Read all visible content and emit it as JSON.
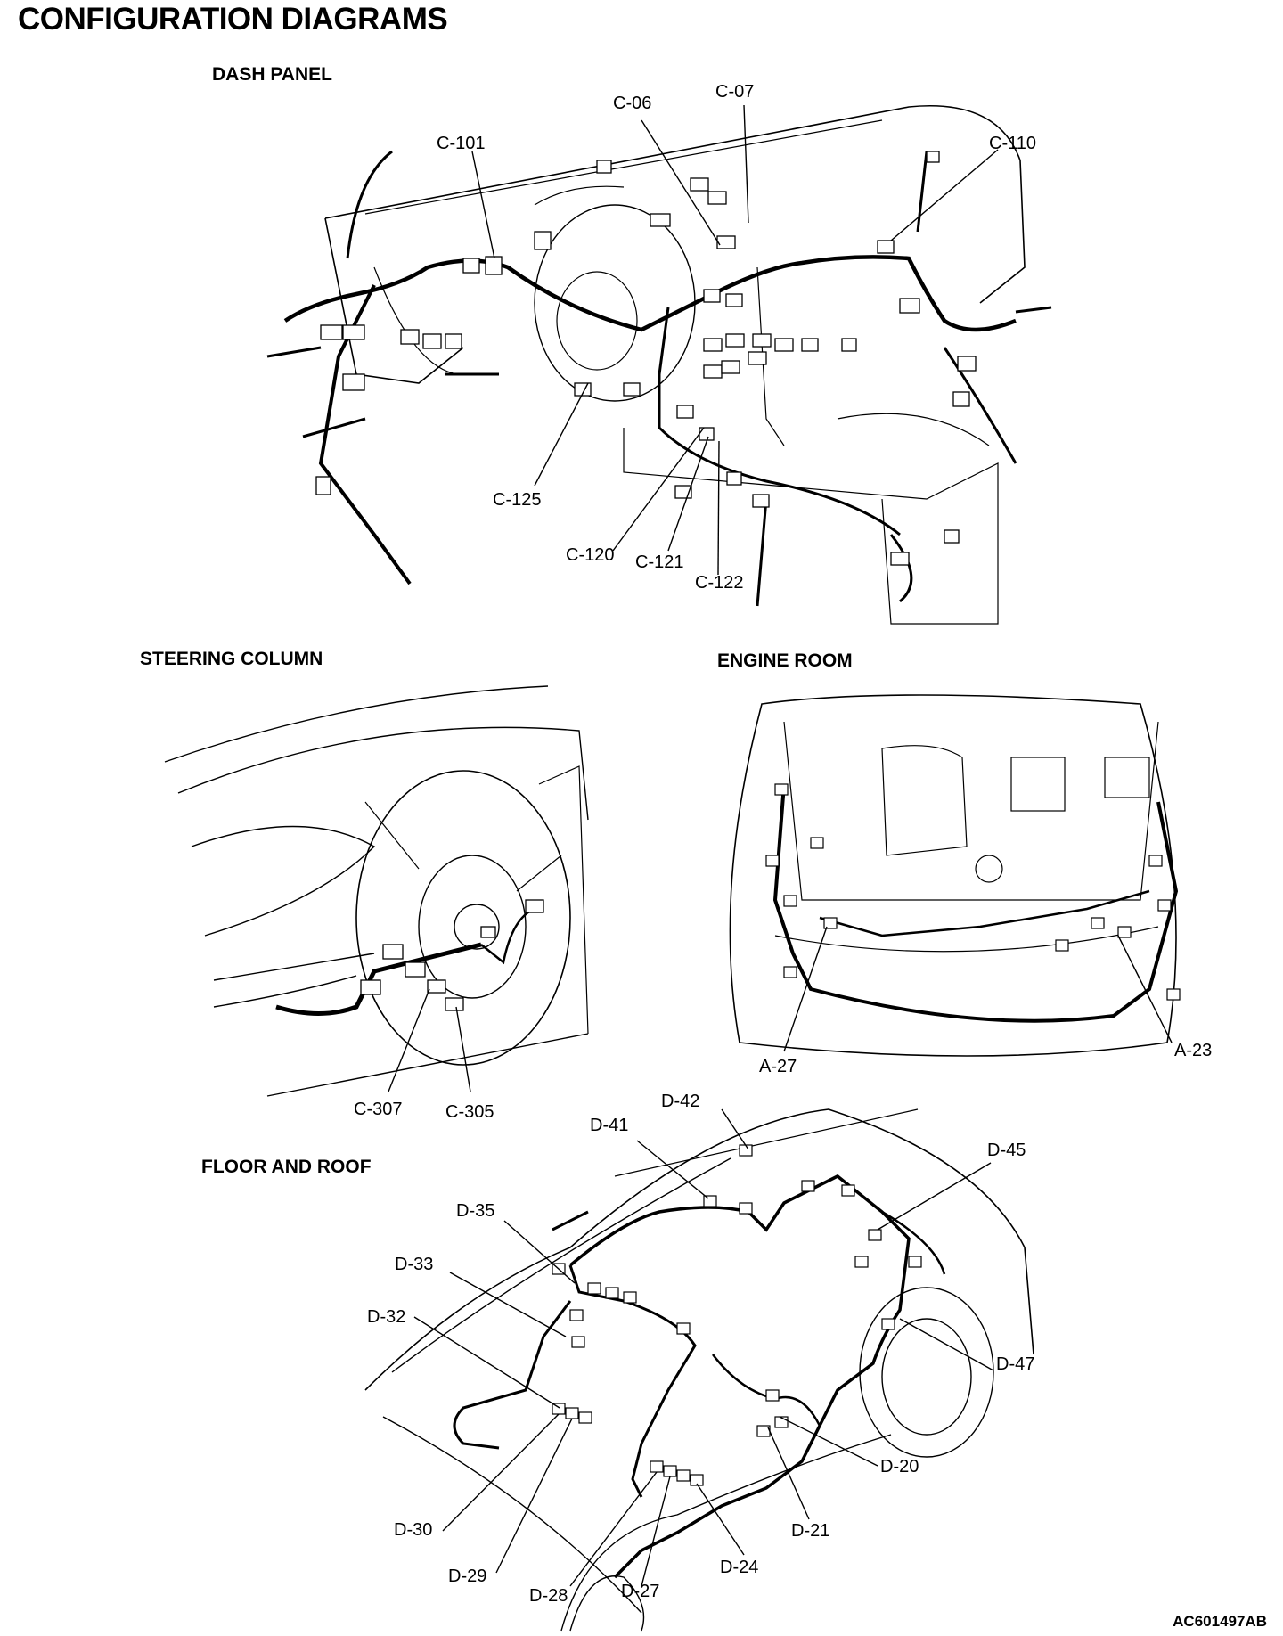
{
  "page": {
    "title": "CONFIGURATION DIAGRAMS",
    "image_code": "AC601497AB"
  },
  "sections": {
    "dash_panel": "DASH PANEL",
    "steering_column": "STEERING COLUMN",
    "engine_room": "ENGINE ROOM",
    "floor_and_roof": "FLOOR AND ROOF"
  },
  "callouts": {
    "c06": "C-06",
    "c07": "C-07",
    "c101": "C-101",
    "c110": "C-110",
    "c125": "C-125",
    "c120": "C-120",
    "c121": "C-121",
    "c122": "C-122",
    "c307": "C-307",
    "c305": "C-305",
    "a27": "A-27",
    "a23": "A-23",
    "d42": "D-42",
    "d41": "D-41",
    "d45": "D-45",
    "d35": "D-35",
    "d33": "D-33",
    "d32": "D-32",
    "d47": "D-47",
    "d20": "D-20",
    "d21": "D-21",
    "d30": "D-30",
    "d29": "D-29",
    "d24": "D-24",
    "d28": "D-28",
    "d27": "D-27"
  }
}
